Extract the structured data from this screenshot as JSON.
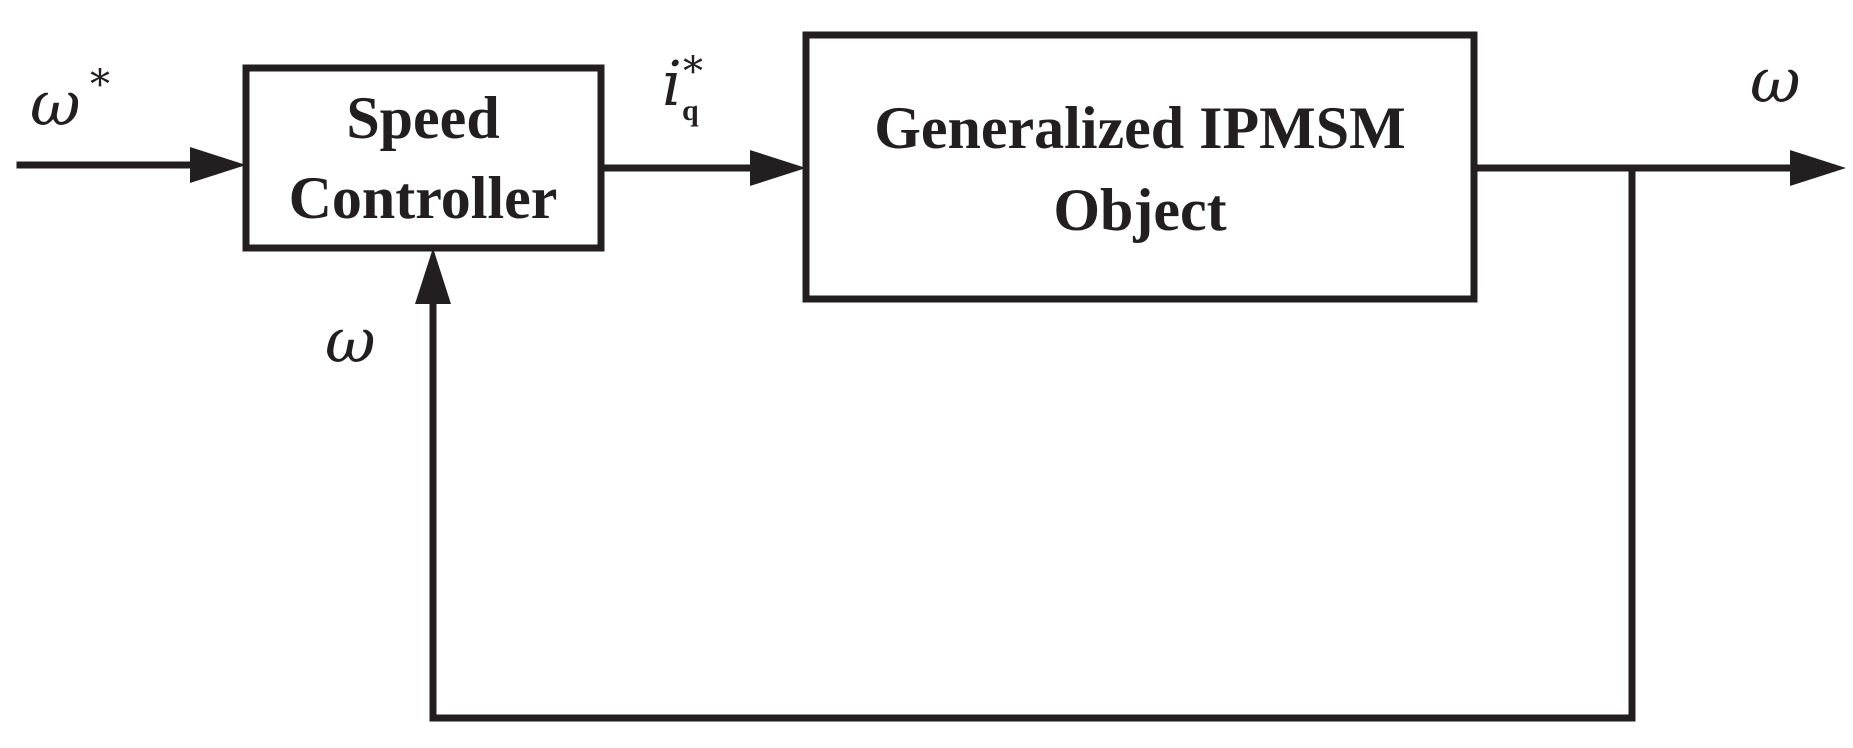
{
  "blocks": {
    "speed_controller": {
      "line1": "Speed",
      "line2": "Controller"
    },
    "plant": {
      "line1": "Generalized IPMSM",
      "line2": "Object"
    }
  },
  "signals": {
    "reference_input": {
      "symbol": "ω",
      "superscript": "*"
    },
    "current_reference": {
      "symbol": "i",
      "subscript": "q",
      "superscript": "*"
    },
    "output": {
      "symbol": "ω"
    },
    "feedback": {
      "symbol": "ω"
    }
  },
  "colors": {
    "line": "#231f20",
    "background": "#ffffff"
  }
}
